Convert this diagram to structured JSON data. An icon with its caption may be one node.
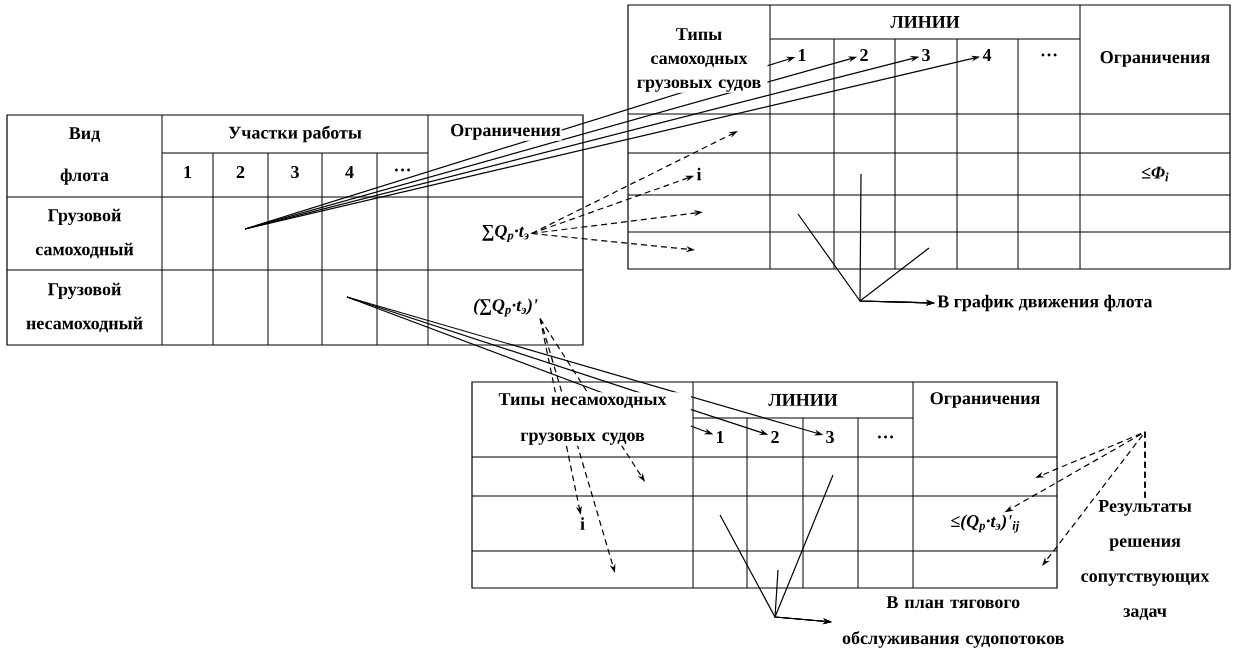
{
  "diagram": {
    "nodes": [
      {
        "text": [
          "∑Q$_{p}$·t$_{э}$"
        ]
      },
      {
        "text": [
          "(∑Q$_{p}$·t$_{э}$)'"
        ]
      },
      {
        "text": [
          "1"
        ]
      },
      {
        "text": [
          "2"
        ]
      },
      {
        "text": [
          "3"
        ]
      },
      {
        "text": [
          "4"
        ]
      },
      {
        "text": [
          "i"
        ]
      },
      {
        "text": [
          "В график движения флота"
        ]
      },
      {
        "text": [
          "1"
        ]
      },
      {
        "text": [
          "2"
        ]
      },
      {
        "text": [
          "3"
        ]
      },
      {
        "text": [
          "i"
        ]
      },
      {
        "text": [
          "В план тягового обслуживания судопотоков"
        ]
      },
      {
        "text": [
          "Результаты решения сопутствующих задач"
        ]
      },
      {
        "text": [
          "≤(Q$_{p}$·t$_{э}$)'$_{ij}$"
        ]
      }
    ],
    "edges": [
      {
        "from": null,
        "to": 2,
        "arrow": "to"
      },
      {
        "from": null,
        "to": 3,
        "arrow": "to"
      },
      {
        "from": null,
        "to": 4,
        "arrow": "to"
      },
      {
        "from": null,
        "to": 5,
        "arrow": "to"
      },
      {
        "from": 0,
        "to": null,
        "arrow": "to",
        "style": "dashed"
      },
      {
        "from": 0,
        "to": 6,
        "arrow": "to",
        "style": "dashed"
      },
      {
        "from": 0,
        "to": null,
        "arrow": "to",
        "style": "dashed"
      },
      {
        "from": 0,
        "to": null,
        "arrow": "to",
        "style": "dashed"
      },
      {
        "from": null,
        "to": 8,
        "arrow": "to"
      },
      {
        "from": null,
        "to": 9,
        "arrow": "to"
      },
      {
        "from": null,
        "to": 10,
        "arrow": "to"
      },
      {
        "from": 1,
        "to": null,
        "arrow": "to",
        "style": "dashed"
      },
      {
        "from": 1,
        "to": 11,
        "arrow": "to",
        "style": "dashed"
      },
      {
        "from": 1,
        "to": null,
        "arrow": "to",
        "style": "dashed"
      },
      {
        "from": null,
        "to": 7,
        "arrow": "to"
      },
      {
        "from": null,
        "to": 7,
        "arrow": "to"
      },
      {
        "from": null,
        "to": 7,
        "arrow": "to"
      },
      {
        "from": null,
        "to": 12,
        "arrow": "to"
      },
      {
        "from": null,
        "to": 12,
        "arrow": "to"
      },
      {
        "from": null,
        "to": 12,
        "arrow": "to"
      },
      {
        "from": 13,
        "to": null,
        "arrow": "to",
        "style": "dashed"
      },
      {
        "from": 13,
        "to": 14,
        "arrow": "to",
        "style": "dashed"
      },
      {
        "from": 13,
        "to": null,
        "arrow": "to",
        "style": "dashed"
      }
    ],
    "labels": [
      "Вид флота",
      "Участки работы",
      "1",
      "2",
      "3",
      "4",
      "…",
      "Ограничения",
      "Грузовой самоходный",
      "Грузовой несамоходный",
      "Типы самоходных грузовых судов",
      "ЛИНИИ",
      "…",
      "Ограничения",
      "≤Φ$_{i}$",
      "Типы несамоходных грузовых судов",
      "ЛИНИИ",
      "…",
      "Ограничения"
    ]
  }
}
